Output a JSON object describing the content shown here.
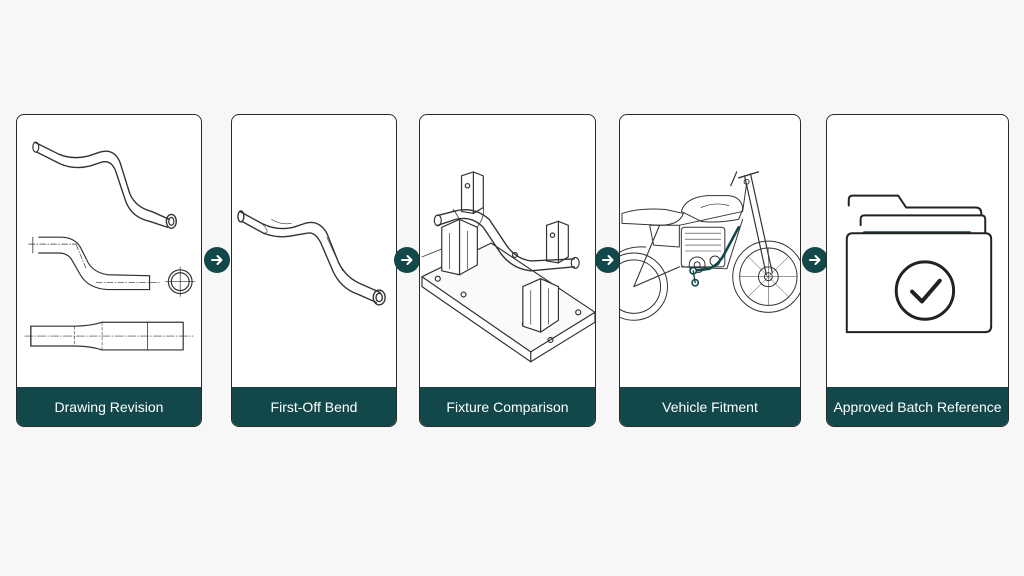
{
  "steps": [
    {
      "label": "Drawing Revision",
      "illustration": "pipe-drawing-views"
    },
    {
      "label": "First-Off Bend",
      "illustration": "bent-tube"
    },
    {
      "label": "Fixture Comparison",
      "illustration": "tube-fixture"
    },
    {
      "label": "Vehicle Fitment",
      "illustration": "motorcycle"
    },
    {
      "label": "Approved Batch Reference",
      "illustration": "folder-check"
    }
  ],
  "connector_icon": "arrow-right-icon",
  "colors": {
    "accent": "#12484a",
    "background": "#f7f7f7",
    "card": "#ffffff",
    "outline": "#2a2a2a"
  }
}
